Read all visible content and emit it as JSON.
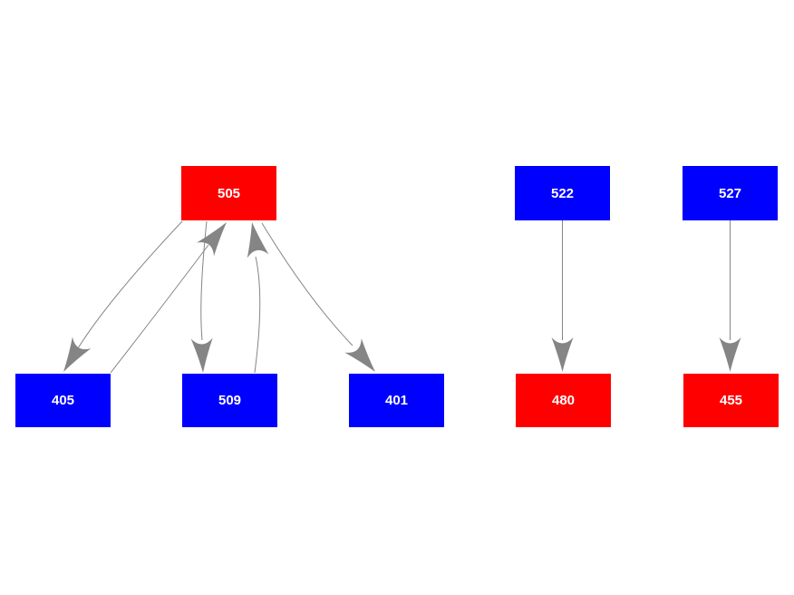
{
  "diagram": {
    "colors": {
      "red": "#ff0000",
      "blue": "#0000ff",
      "arrow": "#858585",
      "label_text": "#ffffff",
      "background": "#ffffff"
    },
    "nodes": {
      "n505": {
        "label": "505",
        "color": "red"
      },
      "n522": {
        "label": "522",
        "color": "blue"
      },
      "n527": {
        "label": "527",
        "color": "blue"
      },
      "n405": {
        "label": "405",
        "color": "blue"
      },
      "n509": {
        "label": "509",
        "color": "blue"
      },
      "n401": {
        "label": "401",
        "color": "blue"
      },
      "n480": {
        "label": "480",
        "color": "red"
      },
      "n455": {
        "label": "455",
        "color": "red"
      }
    },
    "edges": [
      {
        "from": "505",
        "to": "405"
      },
      {
        "from": "405",
        "to": "505"
      },
      {
        "from": "505",
        "to": "509"
      },
      {
        "from": "509",
        "to": "505"
      },
      {
        "from": "505",
        "to": "401"
      },
      {
        "from": "522",
        "to": "480"
      },
      {
        "from": "527",
        "to": "455"
      }
    ]
  }
}
